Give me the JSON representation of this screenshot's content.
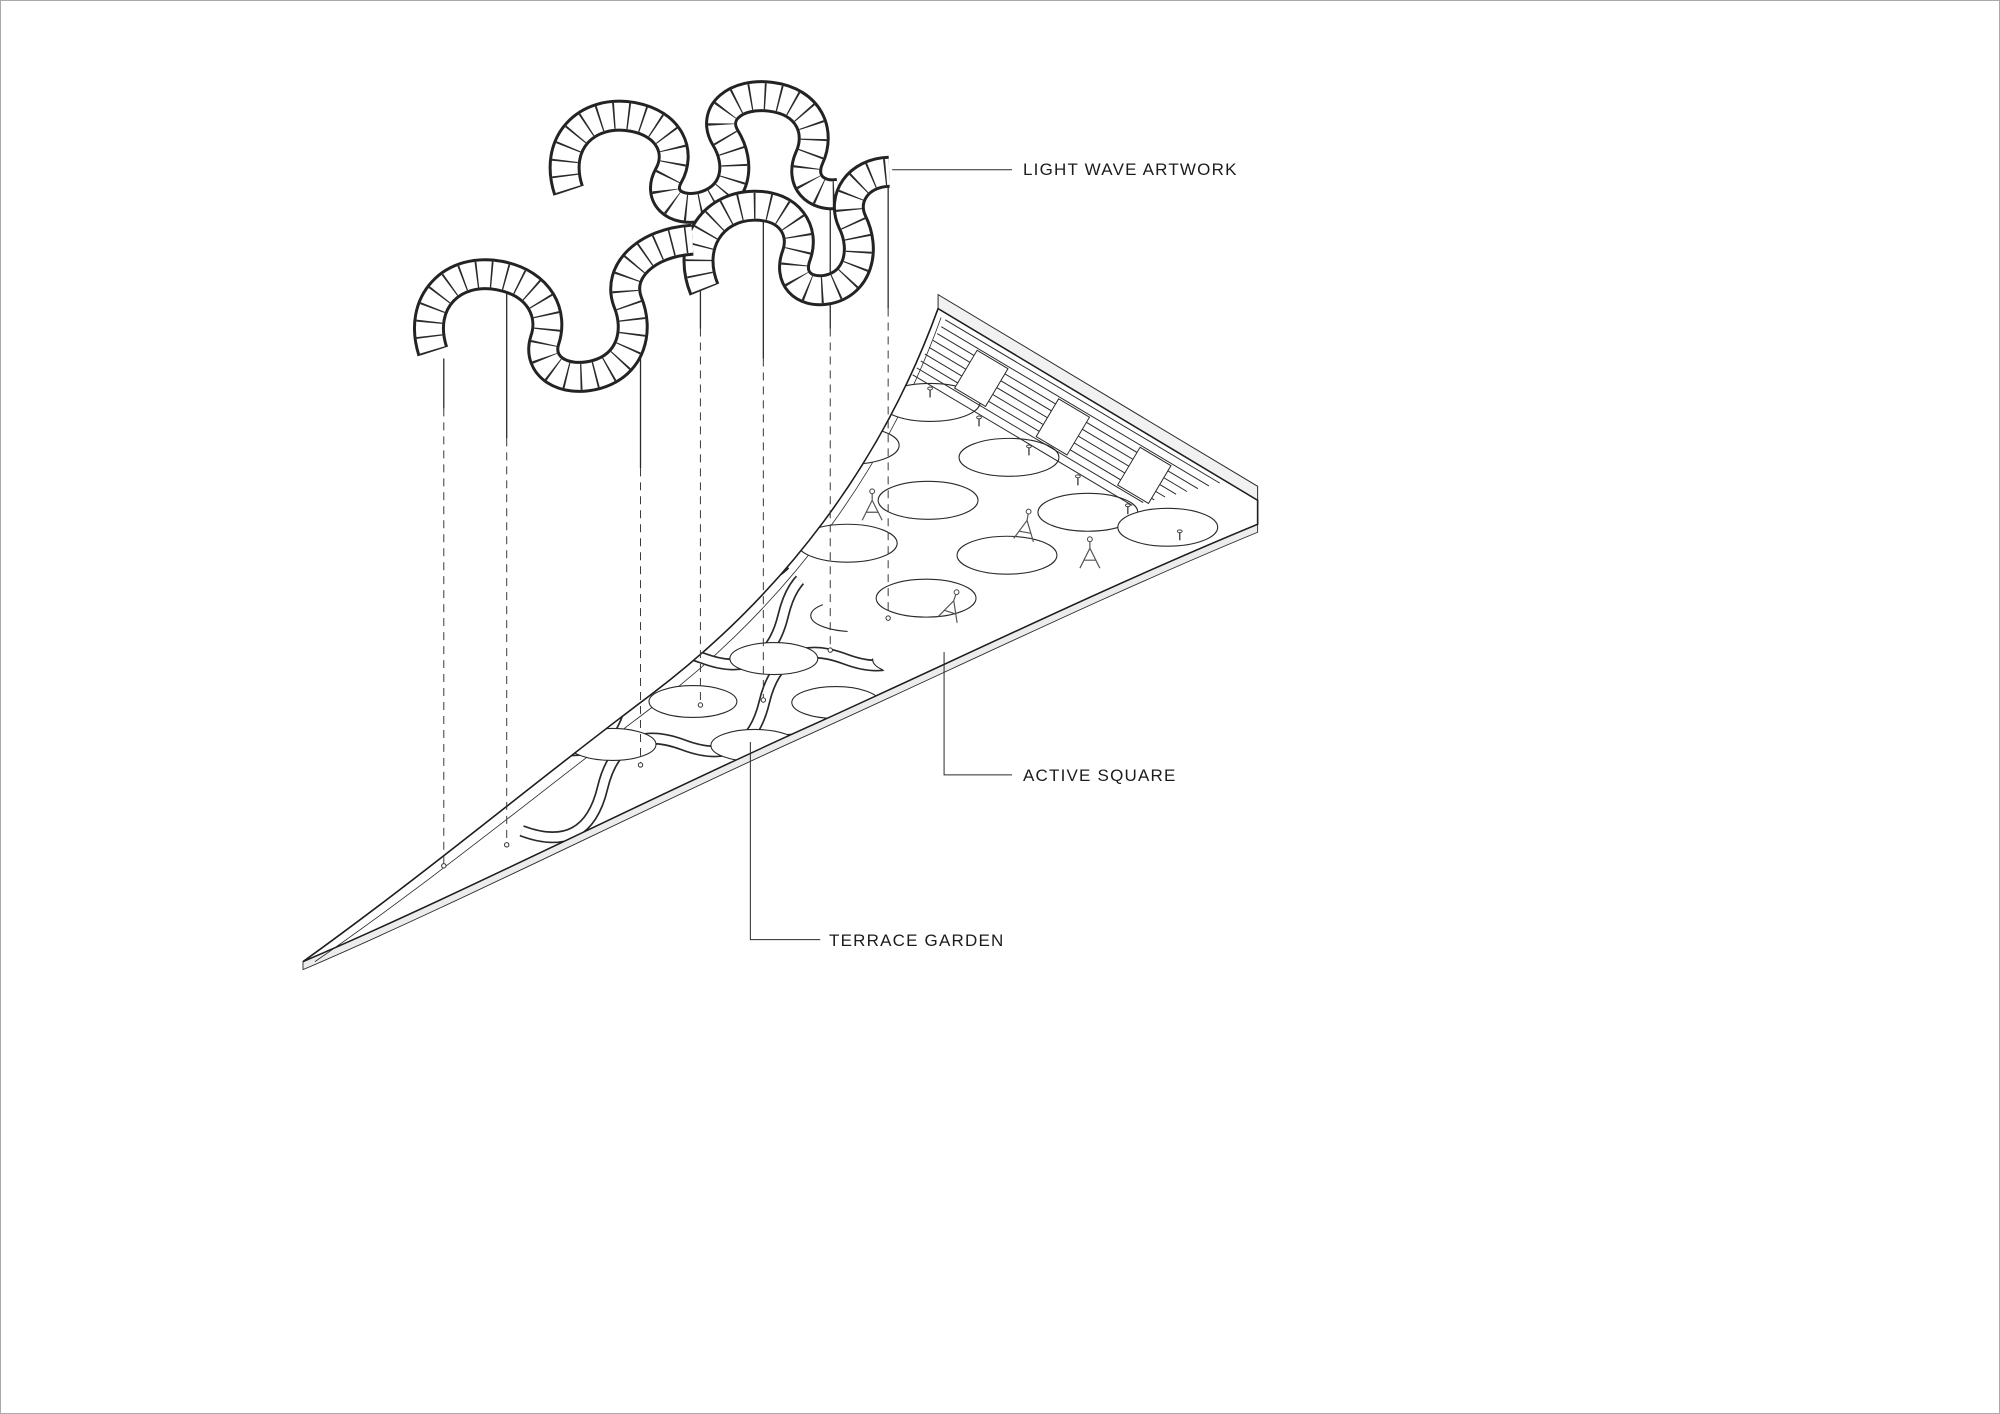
{
  "diagram": {
    "labels": {
      "light_wave_artwork": "LIGHT WAVE ARTWORK",
      "active_square": "ACTIVE SQUARE",
      "terrace_garden": "TERRACE GARDEN"
    },
    "colors": {
      "line": "#2a2a2a",
      "background": "#ffffff",
      "edge_shading": "#ececec"
    }
  }
}
